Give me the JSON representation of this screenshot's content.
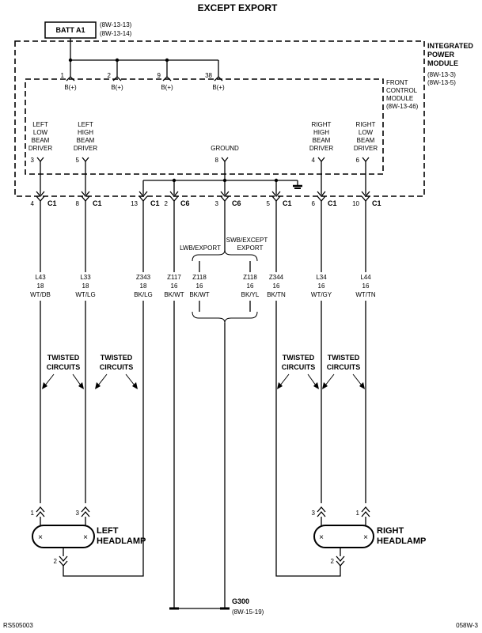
{
  "title": "EXCEPT EXPORT",
  "batt": {
    "label": "BATT A1",
    "refs": [
      "(8W-13-13)",
      "(8W-13-14)"
    ]
  },
  "ipm": {
    "title": [
      "INTEGRATED",
      "POWER",
      "MODULE"
    ],
    "refs": [
      "(8W-13-3)",
      "(8W-13-5)"
    ]
  },
  "fcm": {
    "title": [
      "FRONT",
      "CONTROL",
      "MODULE"
    ],
    "ref": "(8W-13-46)"
  },
  "bplus_pins": [
    {
      "pin": "1",
      "label": "B(+)"
    },
    {
      "pin": "2",
      "label": "B(+)"
    },
    {
      "pin": "9",
      "label": "B(+)"
    },
    {
      "pin": "38",
      "label": "B(+)"
    }
  ],
  "drivers": [
    {
      "lines": [
        "LEFT",
        "LOW",
        "BEAM",
        "DRIVER"
      ],
      "pin": "3"
    },
    {
      "lines": [
        "LEFT",
        "HIGH",
        "BEAM",
        "DRIVER"
      ],
      "pin": "5"
    },
    {
      "lines": [
        "RIGHT",
        "HIGH",
        "BEAM",
        "DRIVER"
      ],
      "pin": "4"
    },
    {
      "lines": [
        "RIGHT",
        "LOW",
        "BEAM",
        "DRIVER"
      ],
      "pin": "6"
    }
  ],
  "ground": {
    "label": "GROUND",
    "pin": "8"
  },
  "connectors": [
    {
      "pin": "4",
      "name": "C1"
    },
    {
      "pin": "8",
      "name": "C1"
    },
    {
      "pin": "13",
      "name": "C1"
    },
    {
      "pin": "2",
      "name": "C6"
    },
    {
      "pin": "3",
      "name": "C6"
    },
    {
      "pin": "5",
      "name": "C1"
    },
    {
      "pin": "6",
      "name": "C1"
    },
    {
      "pin": "10",
      "name": "C1"
    }
  ],
  "wires": [
    {
      "circuit": "L43",
      "gauge": "18",
      "color": "WT/DB"
    },
    {
      "circuit": "L33",
      "gauge": "18",
      "color": "WT/LG"
    },
    {
      "circuit": "Z343",
      "gauge": "18",
      "color": "BK/LG"
    },
    {
      "circuit": "Z117",
      "gauge": "16",
      "color": "BK/WT"
    },
    {
      "circuit": "Z344",
      "gauge": "16",
      "color": "BK/TN"
    },
    {
      "circuit": "L34",
      "gauge": "16",
      "color": "WT/GY"
    },
    {
      "circuit": "L44",
      "gauge": "16",
      "color": "WT/TN"
    }
  ],
  "z118_options": [
    {
      "variant": "LWB/EXPORT",
      "circuit": "Z118",
      "gauge": "16",
      "color": "BK/WT"
    },
    {
      "variant": "SWB/EXCEPT EXPORT",
      "circuit": "Z118",
      "gauge": "16",
      "color": "BK/YL"
    }
  ],
  "twisted_label": [
    "TWISTED",
    "CIRCUITS"
  ],
  "headlamps": [
    {
      "name": [
        "LEFT",
        "HEADLAMP"
      ],
      "pin_a": "1",
      "pin_b": "3",
      "pin_gnd": "2"
    },
    {
      "name": [
        "RIGHT",
        "HEADLAMP"
      ],
      "pin_a": "3",
      "pin_b": "1",
      "pin_gnd": "2"
    }
  ],
  "g300": {
    "label": "G300",
    "ref": "(8W-15-19)"
  },
  "footer": {
    "left": "RS505003",
    "right": "058W-3"
  }
}
